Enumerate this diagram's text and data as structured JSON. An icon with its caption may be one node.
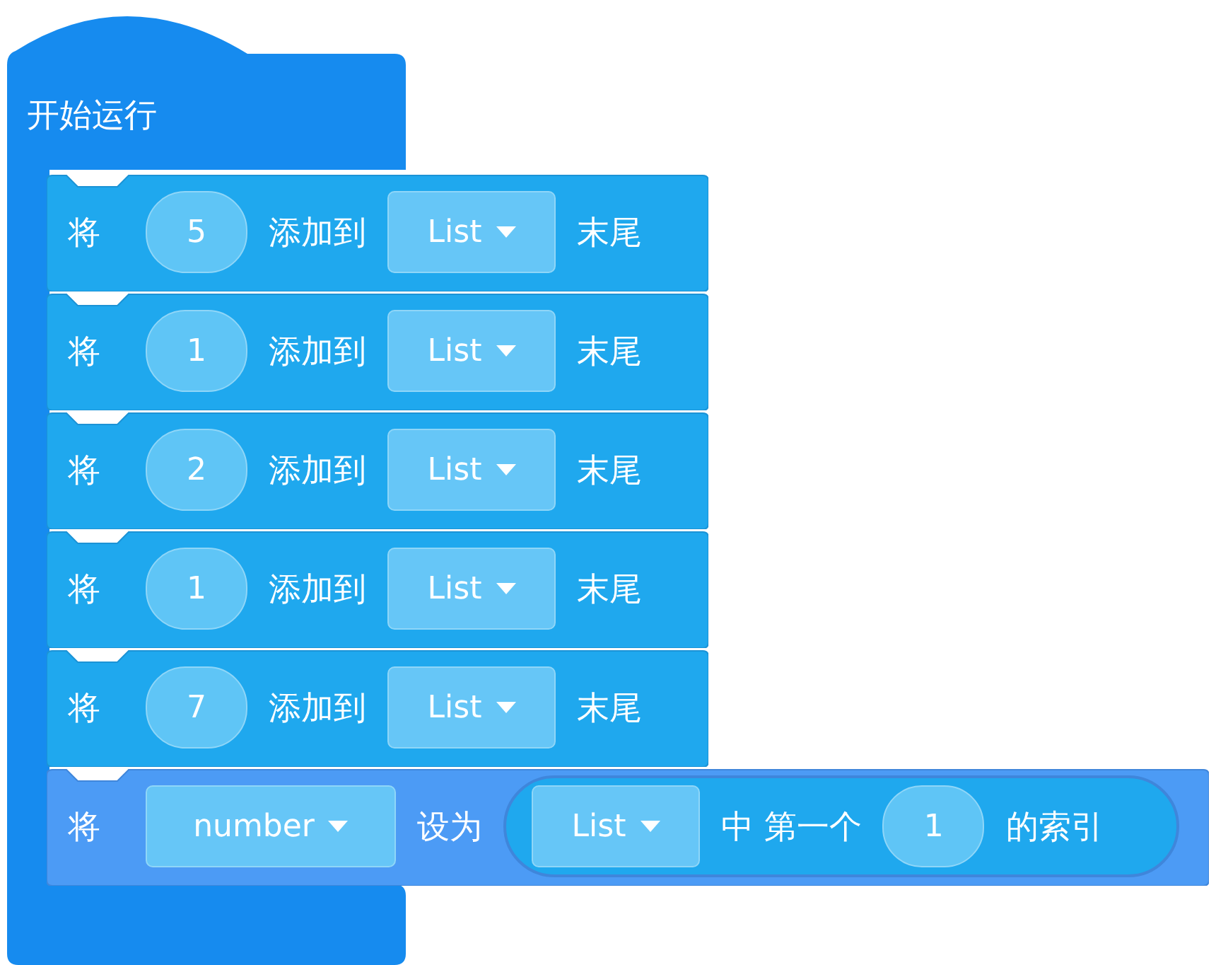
{
  "diagram": {
    "nodes": [
      {
        "text": [
          "开始运行"
        ]
      },
      {
        "text": [
          "将",
          "添加到",
          "末尾"
        ]
      },
      {
        "text": [
          "5"
        ],
        "in": 1
      },
      {
        "text": [
          "List"
        ],
        "in": 1
      },
      {
        "text": [
          "将",
          "添加到",
          "末尾"
        ]
      },
      {
        "text": [
          "1"
        ],
        "in": 4
      },
      {
        "text": [
          "List"
        ],
        "in": 4
      },
      {
        "text": [
          "将",
          "添加到",
          "末尾"
        ]
      },
      {
        "text": [
          "2"
        ],
        "in": 7
      },
      {
        "text": [
          "List"
        ],
        "in": 7
      },
      {
        "text": [
          "将",
          "添加到",
          "末尾"
        ]
      },
      {
        "text": [
          "1"
        ],
        "in": 10
      },
      {
        "text": [
          "List"
        ],
        "in": 10
      },
      {
        "text": [
          "将",
          "添加到",
          "末尾"
        ]
      },
      {
        "text": [
          "7"
        ],
        "in": 13
      },
      {
        "text": [
          "List"
        ],
        "in": 13
      },
      {
        "text": [
          "将",
          "设为"
        ]
      },
      {
        "text": [
          "number"
        ],
        "in": 16
      },
      {
        "text": [
          "中 第一个",
          "的索引"
        ],
        "in": 16
      },
      {
        "text": [
          "List"
        ],
        "in": 18
      },
      {
        "text": [
          "1"
        ],
        "in": 18
      }
    ]
  }
}
